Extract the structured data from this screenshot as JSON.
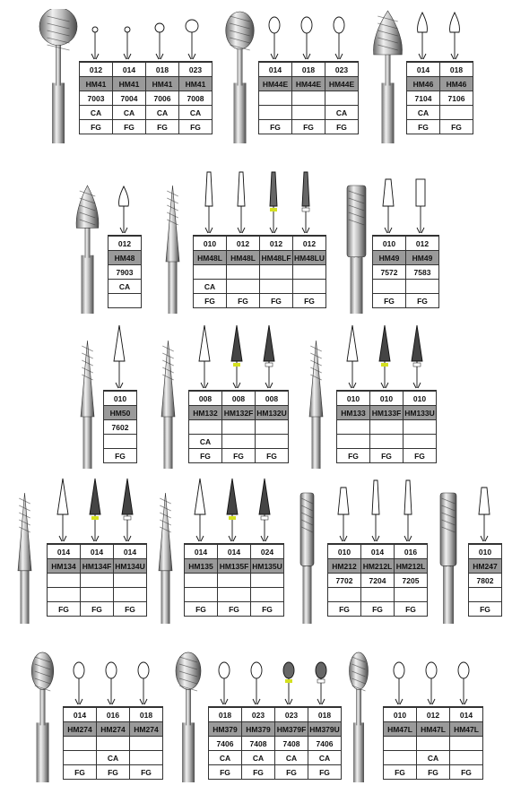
{
  "groups": [
    {
      "id": "g1",
      "bur": "round",
      "cols": [
        {
          "size": "012",
          "code": "HM41",
          "ref": "7003",
          "ca": "CA",
          "fg": "FG",
          "tip": "ball-small"
        },
        {
          "size": "014",
          "code": "HM41",
          "ref": "7004",
          "ca": "CA",
          "fg": "FG",
          "tip": "ball-small"
        },
        {
          "size": "018",
          "code": "HM41",
          "ref": "7006",
          "ca": "CA",
          "fg": "FG",
          "tip": "ball-med"
        },
        {
          "size": "023",
          "code": "HM41",
          "ref": "7008",
          "ca": "CA",
          "fg": "FG",
          "tip": "ball-large"
        }
      ]
    },
    {
      "id": "g2",
      "bur": "egg",
      "cols": [
        {
          "size": "014",
          "code": "HM44E",
          "ref": "",
          "ca": "",
          "fg": "FG",
          "tip": "egg"
        },
        {
          "size": "018",
          "code": "HM44E",
          "ref": "",
          "ca": "",
          "fg": "FG",
          "tip": "egg"
        },
        {
          "size": "023",
          "code": "HM44E",
          "ref": "",
          "ca": "CA",
          "fg": "FG",
          "tip": "egg"
        }
      ]
    },
    {
      "id": "g3",
      "bur": "flame",
      "cols": [
        {
          "size": "014",
          "code": "HM46",
          "ref": "7104",
          "ca": "CA",
          "fg": "FG",
          "tip": "flame"
        },
        {
          "size": "018",
          "code": "HM46",
          "ref": "7106",
          "ca": "",
          "fg": "FG",
          "tip": "flame"
        }
      ]
    },
    {
      "id": "g4",
      "bur": "bullet",
      "cols": [
        {
          "size": "012",
          "code": "HM48",
          "ref": "7903",
          "ca": "CA",
          "fg": "",
          "tip": "bullet"
        }
      ]
    },
    {
      "id": "g5",
      "bur": "long-taper",
      "cols": [
        {
          "size": "010",
          "code": "HM48L",
          "ref": "",
          "ca": "CA",
          "fg": "FG",
          "tip": "long"
        },
        {
          "size": "012",
          "code": "HM48L",
          "ref": "",
          "ca": "",
          "fg": "FG",
          "tip": "long"
        },
        {
          "size": "012",
          "code": "HM48LF",
          "ref": "",
          "ca": "",
          "fg": "FG",
          "tip": "long-y"
        },
        {
          "size": "012",
          "code": "HM48LU",
          "ref": "",
          "ca": "",
          "fg": "FG",
          "tip": "long-w"
        }
      ]
    },
    {
      "id": "g6",
      "bur": "cylinder",
      "cols": [
        {
          "size": "010",
          "code": "HM49",
          "ref": "7572",
          "ca": "",
          "fg": "FG",
          "tip": "taper-flat"
        },
        {
          "size": "012",
          "code": "HM49",
          "ref": "7583",
          "ca": "",
          "fg": "FG",
          "tip": "cyl-flat"
        }
      ]
    },
    {
      "id": "g7",
      "bur": "needle",
      "cols": [
        {
          "size": "010",
          "code": "HM50",
          "ref": "7602",
          "ca": "",
          "fg": "FG",
          "tip": "needle"
        }
      ]
    },
    {
      "id": "g8",
      "bur": "needle-long",
      "cols": [
        {
          "size": "008",
          "code": "HM132",
          "ref": "",
          "ca": "CA",
          "fg": "FG",
          "tip": "needle"
        },
        {
          "size": "008",
          "code": "HM132F",
          "ref": "",
          "ca": "",
          "fg": "FG",
          "tip": "needle-y"
        },
        {
          "size": "008",
          "code": "HM132U",
          "ref": "",
          "ca": "",
          "fg": "FG",
          "tip": "needle-w"
        }
      ]
    },
    {
      "id": "g9",
      "bur": "cone",
      "cols": [
        {
          "size": "010",
          "code": "HM133",
          "ref": "",
          "ca": "",
          "fg": "FG",
          "tip": "cone"
        },
        {
          "size": "010",
          "code": "HM133F",
          "ref": "",
          "ca": "",
          "fg": "FG",
          "tip": "cone-y"
        },
        {
          "size": "010",
          "code": "HM133U",
          "ref": "",
          "ca": "",
          "fg": "FG",
          "tip": "cone-w"
        }
      ]
    },
    {
      "id": "g10",
      "bur": "spear",
      "cols": [
        {
          "size": "014",
          "code": "HM134",
          "ref": "",
          "ca": "",
          "fg": "FG",
          "tip": "cone"
        },
        {
          "size": "014",
          "code": "HM134F",
          "ref": "",
          "ca": "",
          "fg": "FG",
          "tip": "cone-y"
        },
        {
          "size": "014",
          "code": "HM134U",
          "ref": "",
          "ca": "",
          "fg": "FG",
          "tip": "cone-w"
        }
      ]
    },
    {
      "id": "g11",
      "bur": "spear-long",
      "cols": [
        {
          "size": "014",
          "code": "HM135",
          "ref": "",
          "ca": "",
          "fg": "FG",
          "tip": "cone"
        },
        {
          "size": "014",
          "code": "HM135F",
          "ref": "",
          "ca": "",
          "fg": "FG",
          "tip": "cone-y"
        },
        {
          "size": "024",
          "code": "HM135U",
          "ref": "",
          "ca": "",
          "fg": "FG",
          "tip": "cone-w"
        }
      ]
    },
    {
      "id": "g12",
      "bur": "fissure",
      "cols": [
        {
          "size": "010",
          "code": "HM212",
          "ref": "7702",
          "ca": "",
          "fg": "FG",
          "tip": "taper-flat"
        },
        {
          "size": "014",
          "code": "HM212L",
          "ref": "7204",
          "ca": "",
          "fg": "FG",
          "tip": "long"
        },
        {
          "size": "016",
          "code": "HM212L",
          "ref": "7205",
          "ca": "",
          "fg": "FG",
          "tip": "long"
        }
      ]
    },
    {
      "id": "g13",
      "bur": "round-end",
      "cols": [
        {
          "size": "010",
          "code": "HM247",
          "ref": "7802",
          "ca": "",
          "fg": "FG",
          "tip": "taper-flat"
        }
      ]
    },
    {
      "id": "g14",
      "bur": "pear",
      "cols": [
        {
          "size": "014",
          "code": "HM274",
          "ref": "",
          "ca": "",
          "fg": "FG",
          "tip": "pear"
        },
        {
          "size": "016",
          "code": "HM274",
          "ref": "",
          "ca": "CA",
          "fg": "FG",
          "tip": "pear"
        },
        {
          "size": "018",
          "code": "HM274",
          "ref": "",
          "ca": "",
          "fg": "FG",
          "tip": "pear"
        }
      ]
    },
    {
      "id": "g15",
      "bur": "oval",
      "cols": [
        {
          "size": "018",
          "code": "HM379",
          "ref": "7406",
          "ca": "CA",
          "fg": "FG",
          "tip": "oval"
        },
        {
          "size": "023",
          "code": "HM379",
          "ref": "7408",
          "ca": "CA",
          "fg": "FG",
          "tip": "oval"
        },
        {
          "size": "023",
          "code": "HM379F",
          "ref": "7408",
          "ca": "CA",
          "fg": "FG",
          "tip": "oval-y"
        },
        {
          "size": "018",
          "code": "HM379U",
          "ref": "7406",
          "ca": "CA",
          "fg": "FG",
          "tip": "oval-w"
        }
      ]
    },
    {
      "id": "g16",
      "bur": "small-pear",
      "cols": [
        {
          "size": "010",
          "code": "HM47L",
          "ref": "",
          "ca": "",
          "fg": "FG",
          "tip": "pear"
        },
        {
          "size": "012",
          "code": "HM47L",
          "ref": "",
          "ca": "CA",
          "fg": "FG",
          "tip": "pear"
        },
        {
          "size": "014",
          "code": "HM47L",
          "ref": "",
          "ca": "",
          "fg": "FG",
          "tip": "pear"
        }
      ]
    }
  ],
  "colors": {
    "code_row": "#9a9a9a",
    "border": "#333333",
    "metal_light": "#e8e8e8",
    "metal_dark": "#555555",
    "yellow_ring": "#d4e020"
  }
}
